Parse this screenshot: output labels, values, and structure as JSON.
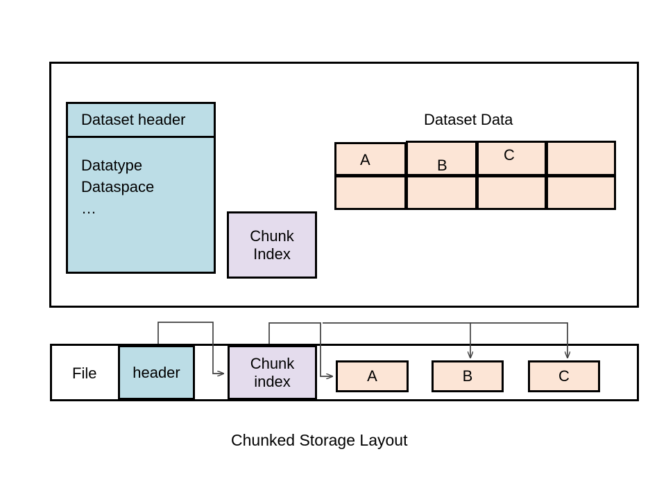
{
  "caption": "Chunked Storage Layout",
  "top_panel": {
    "dataset_header": {
      "title": "Dataset header",
      "body": "Datatype\nDataspace\n…"
    },
    "chunk_index": {
      "label": "Chunk\nIndex"
    },
    "dataset_data": {
      "title": "Dataset Data",
      "grid": {
        "rows": 2,
        "cols": 4,
        "cells": [
          [
            "A",
            "B",
            "C",
            ""
          ],
          [
            "",
            "",
            "",
            ""
          ]
        ]
      }
    }
  },
  "bottom_panel": {
    "file_label": "File",
    "header_block": "header",
    "chunk_index_block": "Chunk\nindex",
    "chunks": [
      "A",
      "B",
      "C"
    ]
  },
  "colors": {
    "blue_fill": "#bcdde6",
    "lavender_fill": "#e4dced",
    "peach_fill": "#fce5d6",
    "stroke": "#000000",
    "connector": "#3f3f3f",
    "background": "#ffffff"
  }
}
